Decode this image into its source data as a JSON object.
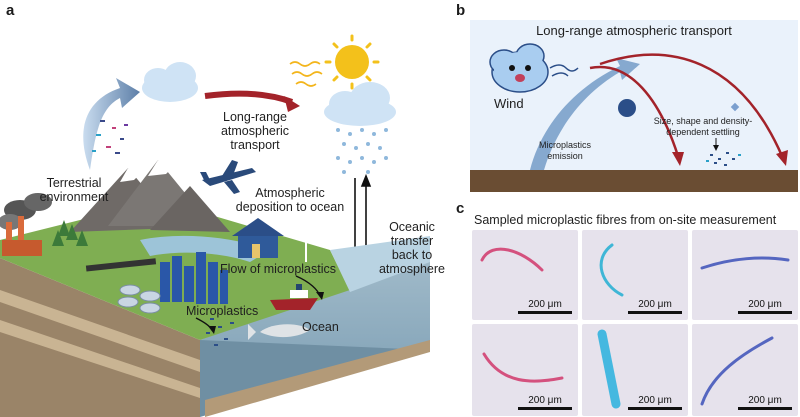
{
  "panels": {
    "a": {
      "label": "a",
      "terrestrial": "Terrestrial\nenvironment",
      "long_range": "Long-range\natmospheric\ntransport",
      "deposition": "Atmospheric\ndeposition to ocean",
      "oceanic_transfer": "Oceanic\ntransfer\nback to\natmosphere",
      "flow": "Flow of microplastics",
      "microplastics": "Microplastics",
      "ocean": "Ocean"
    },
    "b": {
      "label": "b",
      "title": "Long-range atmospheric transport",
      "wind": "Wind",
      "emission": "Microplastics\nemission",
      "settling": "Size, shape and density-\ndependent settling"
    },
    "c": {
      "label": "c",
      "title": "Sampled microplastic fibres from on-site measurement",
      "scale_bars": [
        "200 μm",
        "200 μm",
        "200 μm",
        "200 μm",
        "200 μm",
        "200 μm"
      ],
      "fibre_colors": [
        "#d4517e",
        "#3fb6d6",
        "#5566c0",
        "#d4517e",
        "#45b8e0",
        "#5566c0"
      ]
    }
  }
}
